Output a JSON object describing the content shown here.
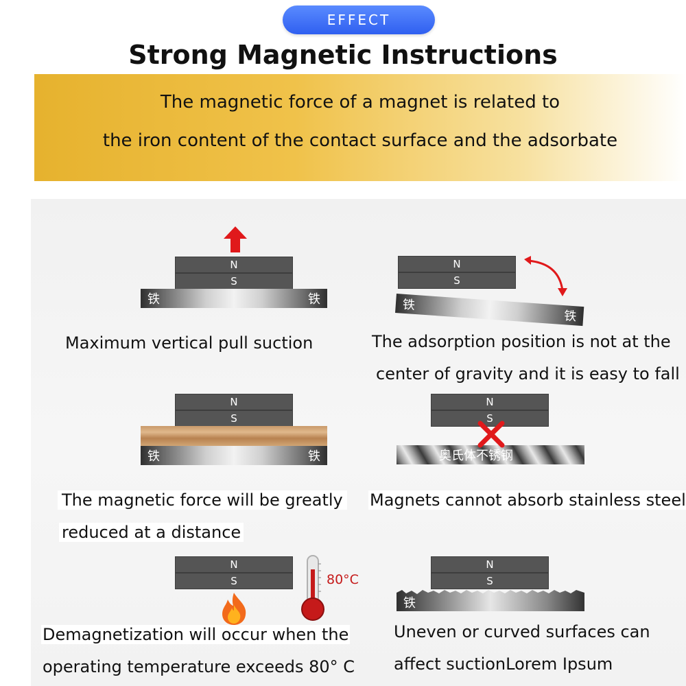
{
  "header": {
    "badge": "EFFECT",
    "title": "Strong Magnetic Instructions"
  },
  "banner": {
    "line1": "The magnetic force of a magnet is related to",
    "line2": "the iron content of  the contact surface and the adsorbate"
  },
  "diagram": {
    "north": "N",
    "south": "S",
    "iron_label": "铁",
    "stainless_label": "奥氏体不锈钢",
    "temperature": "80°C"
  },
  "captions": {
    "vertical_pull": "Maximum vertical pull suction",
    "gravity_line1": "The adsorption position is not at the",
    "gravity_line2": "center of gravity and it is easy to fall",
    "distance_line1": "The magnetic force will be greatly",
    "distance_line2": "reduced at a distance",
    "stainless": "Magnets cannot absorb stainless steel",
    "temp_line1": "Demagnetization will occur when the",
    "temp_line2": "operating temperature exceeds 80° C",
    "uneven_line1": "Uneven or curved surfaces can",
    "uneven_line2": "affect suctionLorem Ipsum"
  },
  "colors": {
    "badge": "#2f5ff0",
    "banner_gold": "#e6b22e",
    "magnet": "#555555",
    "arrow_red": "#e0191b"
  }
}
